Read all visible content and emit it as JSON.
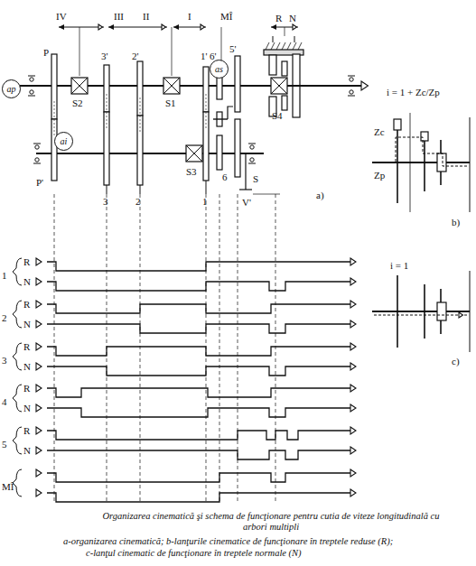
{
  "diagram": {
    "caption": "Organizarea cinematică şi schema de funcţionare pentru cutia de viteze longitudinală cu arbori multipli",
    "nodes": [
      {
        "text": [
          "ap"
        ]
      },
      {
        "text": [
          "as"
        ]
      },
      {
        "text": [
          "ai"
        ]
      }
    ],
    "labels": [
      "IV",
      "III",
      "II",
      "I",
      "MÎ",
      "R",
      "N",
      "P",
      "3'",
      "2'",
      "1'",
      "6'",
      "5'",
      "S2",
      "S1",
      "S4",
      "P'",
      "3",
      "2",
      "1",
      "6",
      "S3",
      "S",
      "V'",
      "a)",
      "i = 1 + Zc/Zp",
      "Zc",
      "Zp",
      "b)",
      "i = 1",
      "c)",
      "1",
      "R",
      "N",
      "2",
      "R",
      "N",
      "3",
      "R",
      "N",
      "4",
      "R",
      "N",
      "5",
      "R",
      "N",
      "MÎ",
      "a-organizarea cinematică; b-lanţurile cinematice de funcţionare în treptele reduse (R);",
      "c-lanţul cinematic de funcţionare în treptele normale (N)"
    ]
  }
}
